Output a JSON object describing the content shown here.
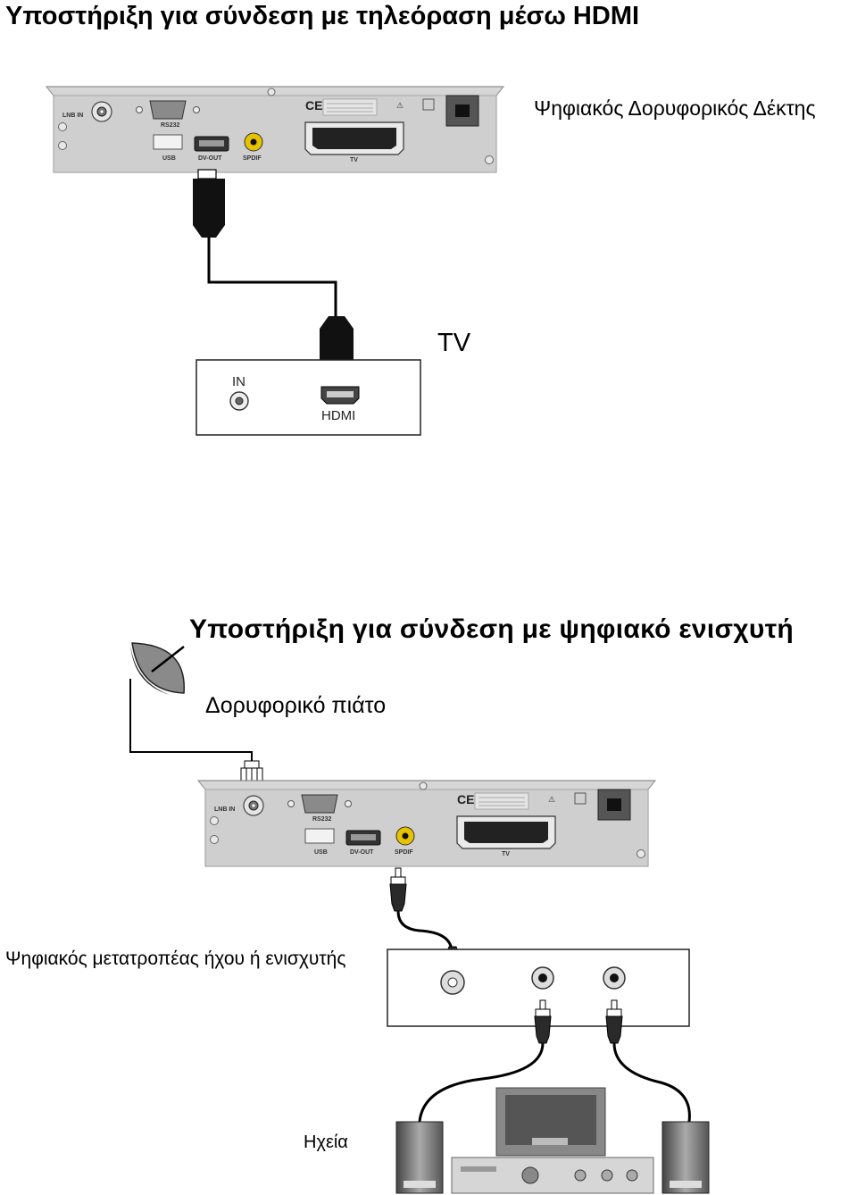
{
  "titles": {
    "hdmi_section": "Υποστήριξη για σύνδεση με τηλεόραση μέσω HDMI",
    "amp_section": "Υποστήριξη για σύνδεση με ψηφιακό ενισχυτή"
  },
  "labels": {
    "receiver": "Ψηφιακός Δορυφορικός Δέκτης",
    "tv": "TV",
    "dish": "Δορυφορικό πιάτο",
    "amplifier": "Ψηφιακός  μετατροπέας ήχου ή ενισχυτής",
    "speakers": "Ηχεία"
  },
  "receiver_ports": {
    "lnb_in": "LNB IN",
    "rs232": "RS232",
    "usb": "USB",
    "dv_out": "DV-OUT",
    "spdif": "SPDIF",
    "tv": "TV"
  },
  "tv_ports": {
    "in": "IN",
    "hdmi": "HDMI"
  }
}
